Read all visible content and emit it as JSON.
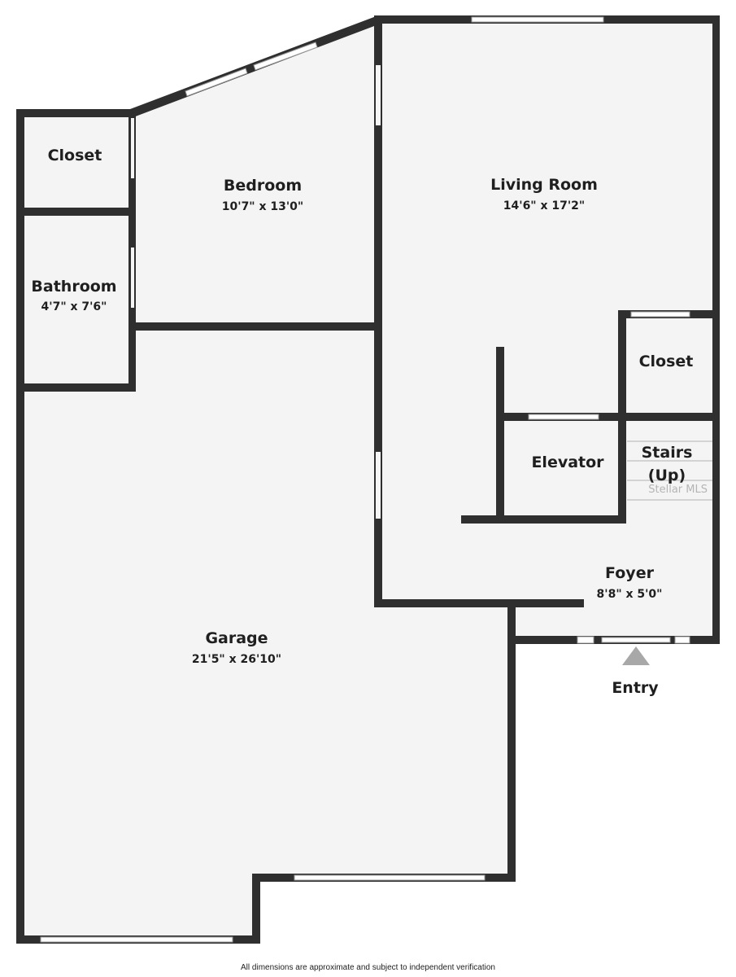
{
  "rooms": {
    "closet_top": {
      "name": "Closet"
    },
    "bedroom": {
      "name": "Bedroom",
      "dim": "10'7\" x 13'0\""
    },
    "living": {
      "name": "Living Room",
      "dim": "14'6\" x 17'2\""
    },
    "bathroom": {
      "name": "Bathroom",
      "dim": "4'7\" x 7'6\""
    },
    "closet_right": {
      "name": "Closet"
    },
    "elevator": {
      "name": "Elevator"
    },
    "stairs": {
      "name_line1": "Stairs",
      "name_line2": "(Up)"
    },
    "foyer": {
      "name": "Foyer",
      "dim": "8'8\" x 5'0\""
    },
    "garage": {
      "name": "Garage",
      "dim": "21'5\" x 26'10\""
    }
  },
  "entry": {
    "label": "Entry"
  },
  "watermark": "Stellar MLS",
  "disclaimer": "All dimensions are approximate and subject to independent verification",
  "colors": {
    "wall": "#2f2f2f",
    "floor": "#f4f4f4",
    "window": "#ffffff"
  }
}
